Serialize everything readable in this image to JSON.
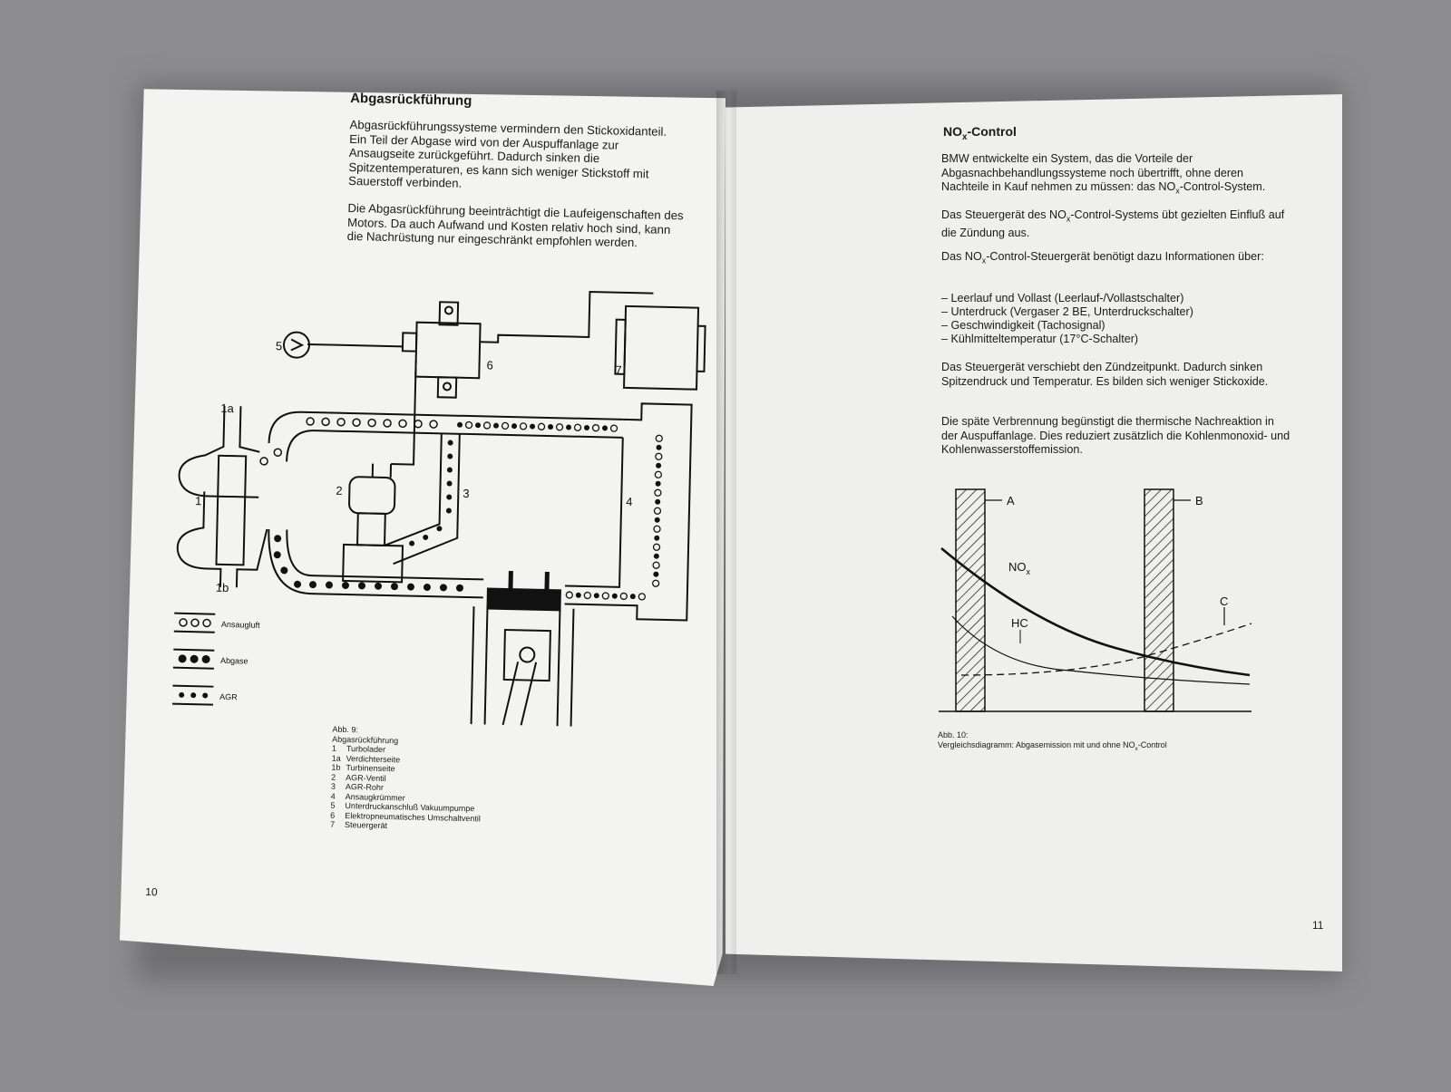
{
  "left_page": {
    "title": "Abgasrückführung",
    "paragraph1": "Abgasrückführungssysteme vermindern den Stickoxidanteil. Ein Teil der Abgase wird von der Auspuffanlage zur Ansaugseite zurückgeführt. Dadurch sinken die Spitzentemperaturen, es kann sich weniger Stickstoff mit Sauerstoff verbinden.",
    "paragraph2": "Die Abgasrückführung beeinträchtigt die Laufeigenschaften des Motors. Da auch Aufwand und Kosten relativ hoch sind, kann die Nachrüstung nur eingeschränkt empfohlen werden.",
    "diagram_labels": {
      "l1": "1",
      "l1a": "1a",
      "l1b": "1b",
      "l2": "2",
      "l3": "3",
      "l4": "4",
      "l5": "5",
      "l6": "6",
      "l7": "7"
    },
    "legend": [
      {
        "label": "Ansaugluft"
      },
      {
        "label": "Abgase"
      },
      {
        "label": "AGR"
      }
    ],
    "caption_title": "Abb. 9:",
    "caption_subtitle": "Abgasrückführung",
    "caption_items": [
      {
        "num": "1",
        "text": "Turbolader"
      },
      {
        "num": "1a",
        "text": "Verdichterseite"
      },
      {
        "num": "1b",
        "text": "Turbinenseite"
      },
      {
        "num": "2",
        "text": "AGR-Ventil"
      },
      {
        "num": "3",
        "text": "AGR-Rohr"
      },
      {
        "num": "4",
        "text": "Ansaugkrümmer"
      },
      {
        "num": "5",
        "text": "Unterdruckanschluß Vakuumpumpe"
      },
      {
        "num": "6",
        "text": "Elektropneumatisches Umschaltventil"
      },
      {
        "num": "7",
        "text": "Steuergerät"
      }
    ],
    "page_number": "10"
  },
  "right_page": {
    "title_main": "NO",
    "title_sub": "x",
    "title_rest": "-Control",
    "p1_a": "BMW entwickelte ein System, das die Vorteile der Abgasnachbehandlungssysteme noch übertrifft, ohne deren Nachteile in Kauf nehmen zu müssen: das NO",
    "p1_sub": "x",
    "p1_b": "-Control-System.",
    "p2_a": "Das Steuergerät des NO",
    "p2_sub": "x",
    "p2_b": "-Control-Systems übt gezielten Einfluß auf die Zündung aus.",
    "p3_a": "Das NO",
    "p3_sub": "x",
    "p3_b": "-Control-Steuergerät benötigt dazu Informationen über:",
    "list": [
      "Leerlauf und Vollast (Leerlauf-/Vollastschalter)",
      "Unterdruck (Vergaser 2 BE, Unterdruckschalter)",
      "Geschwindigkeit (Tachosignal)",
      "Kühlmitteltemperatur (17°C-Schalter)"
    ],
    "p4": "Das Steuergerät verschiebt den Zündzeitpunkt. Dadurch sinken Spitzendruck und Temperatur. Es bilden sich weniger Stickoxide.",
    "p5": "Die späte Verbrennung begünstigt die thermische Nachreaktion in der Auspuffanlage. Dies reduziert zusätzlich die Kohlenmonoxid- und Kohlenwasserstoffemission.",
    "chart_labels": {
      "A": "A",
      "B": "B",
      "C": "C",
      "nox_main": "NO",
      "nox_sub": "x",
      "hc": "HC"
    },
    "caption_title": "Abb. 10:",
    "caption_text_a": "Vergleichsdiagramm: Abgasemission mit und ohne NO",
    "caption_sub": "x",
    "caption_text_b": "-Control",
    "page_number": "11"
  }
}
